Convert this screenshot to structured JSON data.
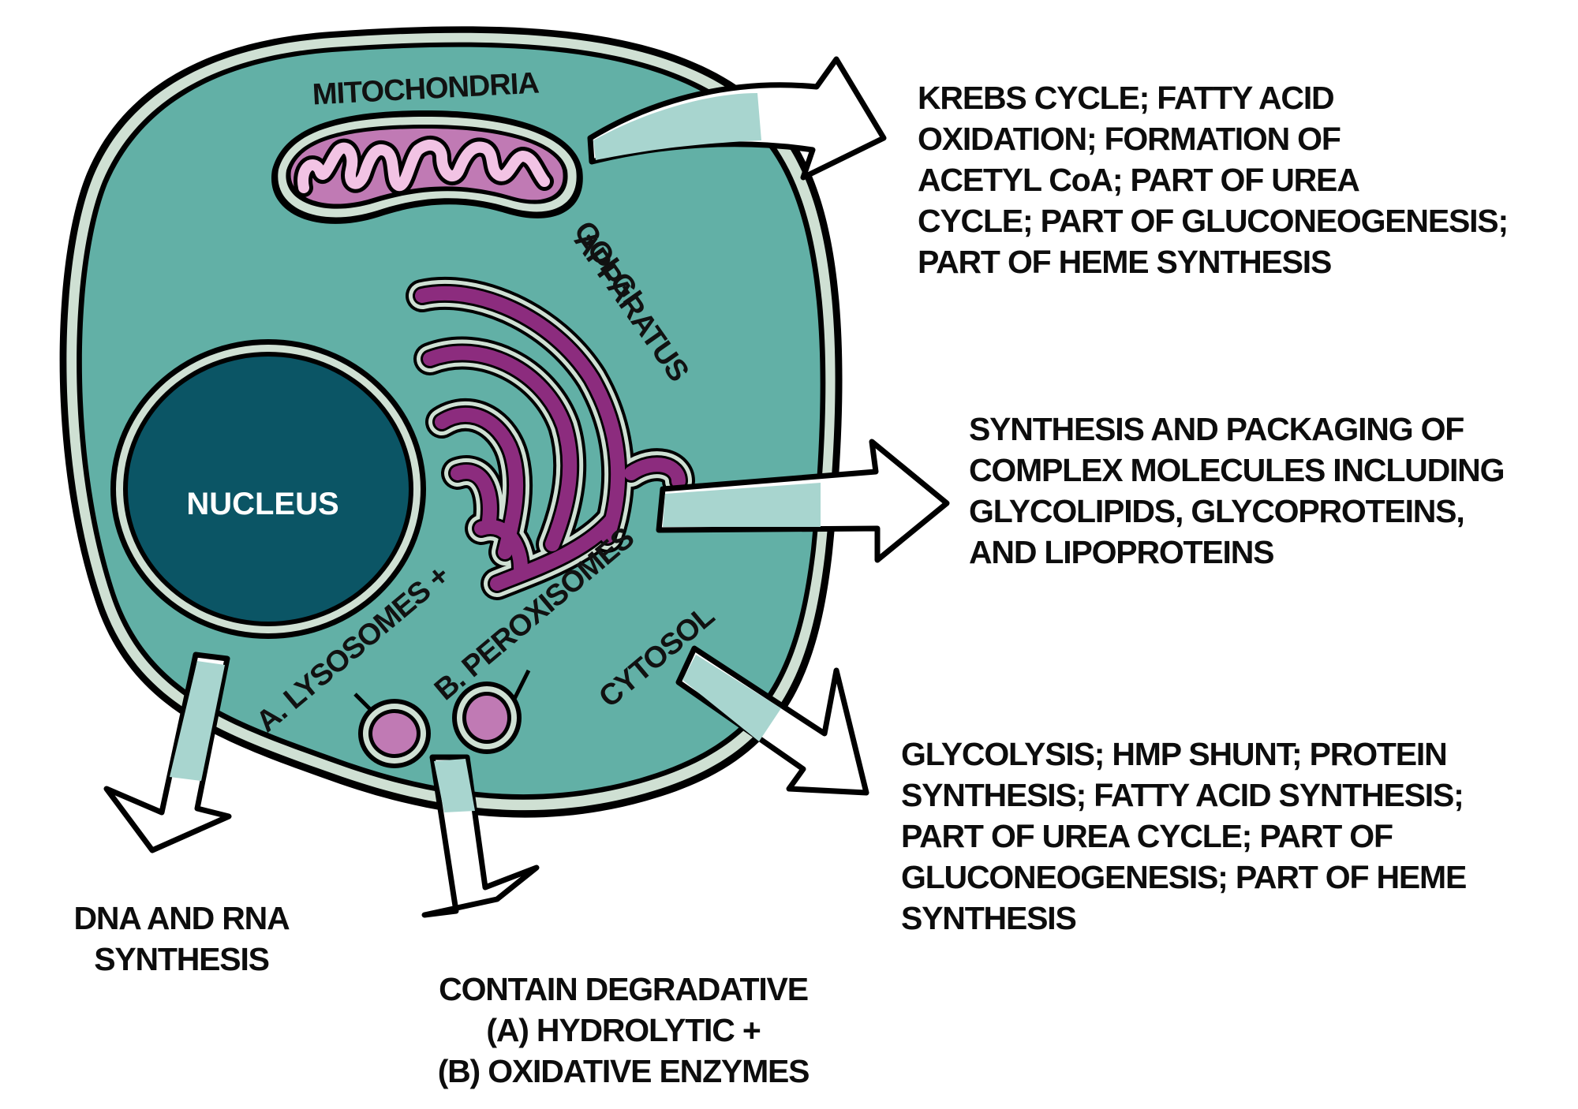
{
  "diagram": {
    "title": "Cell organelles and their metabolic functions",
    "colors": {
      "cytoplasm": "#62b0a6",
      "membrane": "#cfe0d3",
      "outline": "#000000",
      "nucleus": "#0b5565",
      "mitochondria_outer": "#c07ab4",
      "mitochondria_cristae": "#f2c3e4",
      "golgi": "#8c2c7e",
      "vesicle": "#c07ab4",
      "arrow_inside": "#a8d5cf",
      "arrow_outside": "#ffffff"
    },
    "organelles": {
      "mitochondria": "MITOCHONDRIA",
      "golgi_line1": "GOLGI",
      "golgi_line2": "APPARATUS",
      "nucleus": "NUCLEUS",
      "lysosomes": "A. LYSOSOMES +",
      "peroxisomes": "B. PEROXISOMES",
      "cytosol": "CYTOSOL"
    },
    "functions": {
      "mitochondria": [
        "KREBS CYCLE; FATTY ACID",
        "OXIDATION; FORMATION OF",
        "ACETYL CoA; PART OF UREA",
        "CYCLE; PART OF GLUCONEOGENESIS;",
        "PART OF HEME SYNTHESIS"
      ],
      "golgi": [
        "SYNTHESIS AND PACKAGING OF",
        "COMPLEX MOLECULES INCLUDING",
        "GLYCOLIPIDS, GLYCOPROTEINS,",
        "AND LIPOPROTEINS"
      ],
      "cytosol": [
        "GLYCOLYSIS; HMP SHUNT; PROTEIN",
        "SYNTHESIS; FATTY ACID SYNTHESIS;",
        "PART OF UREA CYCLE; PART OF",
        "GLUCONEOGENESIS; PART OF HEME",
        "SYNTHESIS"
      ],
      "nucleus": [
        "DNA AND RNA",
        "SYNTHESIS"
      ],
      "vesicles": [
        "CONTAIN DEGRADATIVE",
        "(A) HYDROLYTIC +",
        "(B) OXIDATIVE ENZYMES"
      ]
    },
    "icons": {
      "arrow": "curved-block-arrow",
      "cell": "cell-body"
    }
  }
}
